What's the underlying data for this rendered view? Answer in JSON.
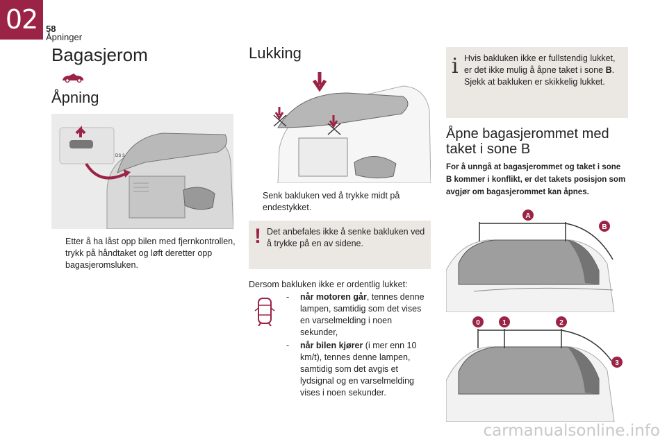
{
  "header": {
    "chapter": "02",
    "page_number": "58",
    "section": "Åpninger"
  },
  "left": {
    "title": "Bagasjerom",
    "subtitle": "Åpning",
    "image_icon": "car-convertible-icon",
    "bullet": "Etter å ha låst opp bilen med fjernkontrollen, trykk på håndtaket og løft deretter opp bagasjeromsluken."
  },
  "middle": {
    "title": "Lukking",
    "bullet": "Senk bakluken ved å trykke midt på endestykket.",
    "warning": "Det anbefales ikke å senke bakluken ved å trykke på en av sidene.",
    "intro": "Dersom bakluken ikke er ordentlig lukket:",
    "list": [
      {
        "bold": "når motoren går",
        "rest": ", tennes denne lampen, samtidig som det vises en varselmelding i noen sekunder,"
      },
      {
        "bold": "når bilen kjører",
        "rest": " (i mer enn 10 km/t), tennes denne lampen, samtidig som det avgis et lydsignal og en varselmelding vises i noen sekunder."
      }
    ]
  },
  "right": {
    "info_text_1": "Hvis bakluken ikke er fullstendig lukket, er det ikke mulig å åpne taket i sone ",
    "info_bold": "B",
    "info_text_2": ". Sjekk at bakluken er skikkelig lukket.",
    "title": "Åpne bagasjerommet med taket i sone B",
    "bold_paragraph": "For å unngå at bagasjerommet og taket i sone B kommer i konflikt, er det takets posisjon som avgjør om bagasjerommet kan åpnes.",
    "top_badges": [
      "A",
      "B"
    ],
    "bottom_badges": [
      "0",
      "1",
      "2",
      "3"
    ]
  },
  "bullet_mark": "",
  "dash": "-",
  "warning_mark": "!",
  "info_mark": "i",
  "image_1_label": "DS 3",
  "image_2_label": "",
  "watermark": "carmanualsonline.info",
  "colors": {
    "brand": "#9b2346",
    "panel": "#ebe7e3"
  }
}
